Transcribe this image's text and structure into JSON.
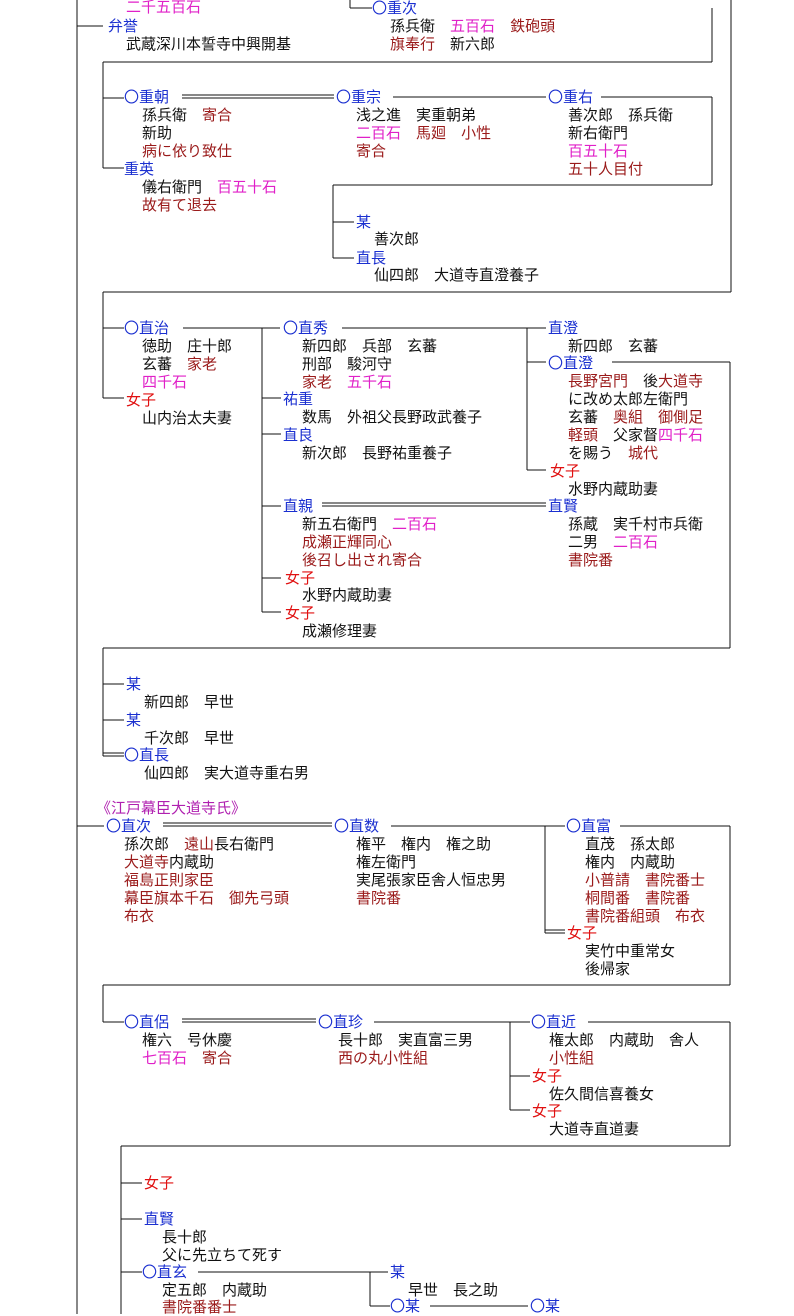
{
  "header_partial": {
    "rank_top": "二千五百石",
    "benyo": "弁誉",
    "benyo_note": "武蔵深川本誓寺中興開基",
    "shigetsugu": "〇重次",
    "shigetsugu_l1a": "孫兵衛",
    "shigetsugu_l1b": "五百石",
    "shigetsugu_l1c": "鉄砲頭",
    "shigetsugu_l2a": "旗奉行",
    "shigetsugu_l2b": "新六郎"
  },
  "gen_shigetomo": {
    "shigetomo": "〇重朝",
    "shigetomo_l1a": "孫兵衛",
    "shigetomo_l1b": "寄合",
    "shigetomo_l2": "新助",
    "shigetomo_l3": "病に依り致仕",
    "shigehide": "重英",
    "shigehide_l1a": "儀右衛門",
    "shigehide_l1b": "百五十石",
    "shigehide_l2": "故有て退去",
    "shigemune": "〇重宗",
    "shigemune_l1": "浅之進　実重朝弟",
    "shigemune_l2a": "二百石",
    "shigemune_l2b": "馬廻",
    "shigemune_l2c": "小性",
    "shigemune_l3": "寄合",
    "shigesuke": "〇重右",
    "shigesuke_l1": "善次郎　孫兵衛",
    "shigesuke_l2": "新右衛門",
    "shigesuke_l3": "百五十石",
    "shigesuke_l4": "五十人目付",
    "bou1": "某",
    "bou1_l1": "善次郎",
    "naonaga1": "直長",
    "naonaga1_l1": "仙四郎　大道寺直澄養子"
  },
  "gen_naoharu": {
    "naoharu": "〇直治",
    "naoharu_l1": "徳助　庄十郎",
    "naoharu_l2a": "玄蕃",
    "naoharu_l2b": "家老",
    "naoharu_l3": "四千石",
    "joshi1": "女子",
    "joshi1_l1": "山内治太夫妻",
    "naohide": "〇直秀",
    "naohide_l1": "新四郎　兵部　玄蕃",
    "naohide_l2": "刑部　駿河守",
    "naohide_l3a": "家老",
    "naohide_l3b": "五千石",
    "yushige": "祐重",
    "yushige_l1": "数馬　外祖父長野政武養子",
    "naoyoshi": "直良",
    "naoyoshi_l1": "新次郎　長野祐重養子",
    "naozumi_a": "直澄",
    "naozumi_a_l1": "新四郎　玄蕃",
    "naozumi": "〇直澄",
    "naozumi_l1a": "長野宮門",
    "naozumi_l1b": "後",
    "naozumi_l1c": "大道寺",
    "naozumi_l2": "に改め太郎左衛門",
    "naozumi_l3a": "玄蕃",
    "naozumi_l3b": "奥組",
    "naozumi_l3c": "御側足",
    "naozumi_l4a": "軽頭",
    "naozumi_l4b": "父家督",
    "naozumi_l4c": "四千石",
    "naozumi_l5a": "を賜う",
    "naozumi_l5b": "城代",
    "joshi2": "女子",
    "joshi2_l1": "水野内蔵助妻",
    "naochika": "直親",
    "naochika_l1a": "新五右衛門",
    "naochika_l1b": "二百石",
    "naochika_l2": "成瀬正輝同心",
    "naochika_l3": "後召し出され寄合",
    "joshi3": "女子",
    "joshi3_l1": "水野内蔵助妻",
    "joshi4": "女子",
    "joshi4_l1": "成瀬修理妻",
    "naokata": "直賢",
    "naokata_l1": "孫蔵　実千村市兵衛",
    "naokata_l2a": "二男",
    "naokata_l2b": "二百石",
    "naokata_l3": "書院番"
  },
  "gen_bou": {
    "bou2": "某",
    "bou2_l1": "新四郎　早世",
    "bou3": "某",
    "bou3_l1": "千次郎　早世",
    "naonaga2": "〇直長",
    "naonaga2_l1": "仙四郎　実大道寺重右男"
  },
  "section_title": "《江戸幕臣大道寺氏》",
  "gen_edo": {
    "naotsugu": "〇直次",
    "naotsugu_l1a": "孫次郎",
    "naotsugu_l1b": "遠山",
    "naotsugu_l1c": "長右衛門",
    "naotsugu_l2a": "大道寺",
    "naotsugu_l2b": "内蔵助",
    "naotsugu_l3": "福島正則家臣",
    "naotsugu_l4a": "幕臣旗本",
    "naotsugu_l4b": "千石",
    "naotsugu_l4c": "御先弓頭",
    "naotsugu_l5": "布衣",
    "naokazu": "〇直数",
    "naokazu_l1": "権平　権内　権之助",
    "naokazu_l2": "権左衛門",
    "naokazu_l3": "実尾張家臣舎人恒忠男",
    "naokazu_l4": "書院番",
    "naotomi": "〇直富",
    "naotomi_l1": "直茂　孫太郎",
    "naotomi_l2": "権内　内蔵助",
    "naotomi_l3": "小普請　書院番士",
    "naotomi_l4": "桐間番　書院番",
    "naotomi_l5": "書院番組頭　布衣",
    "joshi5": "女子",
    "joshi5_l1": "実竹中重常女",
    "joshi5_l2": "後帰家"
  },
  "gen_naosuke": {
    "naosuke": "〇直侶",
    "naosuke_l1": "権六　号休慶",
    "naosuke_l2a": "七百石",
    "naosuke_l2b": "寄合",
    "naoyoshi2": "〇直珍",
    "naoyoshi2_l1": "長十郎　実直富三男",
    "naoyoshi2_l2": "西の丸小性組",
    "naochika2": "〇直近",
    "naochika2_l1": "権太郎　内蔵助　舎人",
    "naochika2_l2": "小性組",
    "joshi6": "女子",
    "joshi6_l1": "佐久間信喜養女",
    "joshi7": "女子",
    "joshi7_l1": "大道寺直道妻"
  },
  "gen_last": {
    "joshi8": "女子",
    "naokata2": "直賢",
    "naokata2_l1": "長十郎",
    "naokata2_l2": "父に先立ちて死す",
    "naoharu2": "〇直玄",
    "naoharu2_l1": "定五郎　内蔵助",
    "naoharu2_l2": "書院番番士",
    "bou4": "某",
    "bou4_l1": "早世　長之助",
    "bou5": "〇某",
    "bou6": "〇某"
  }
}
